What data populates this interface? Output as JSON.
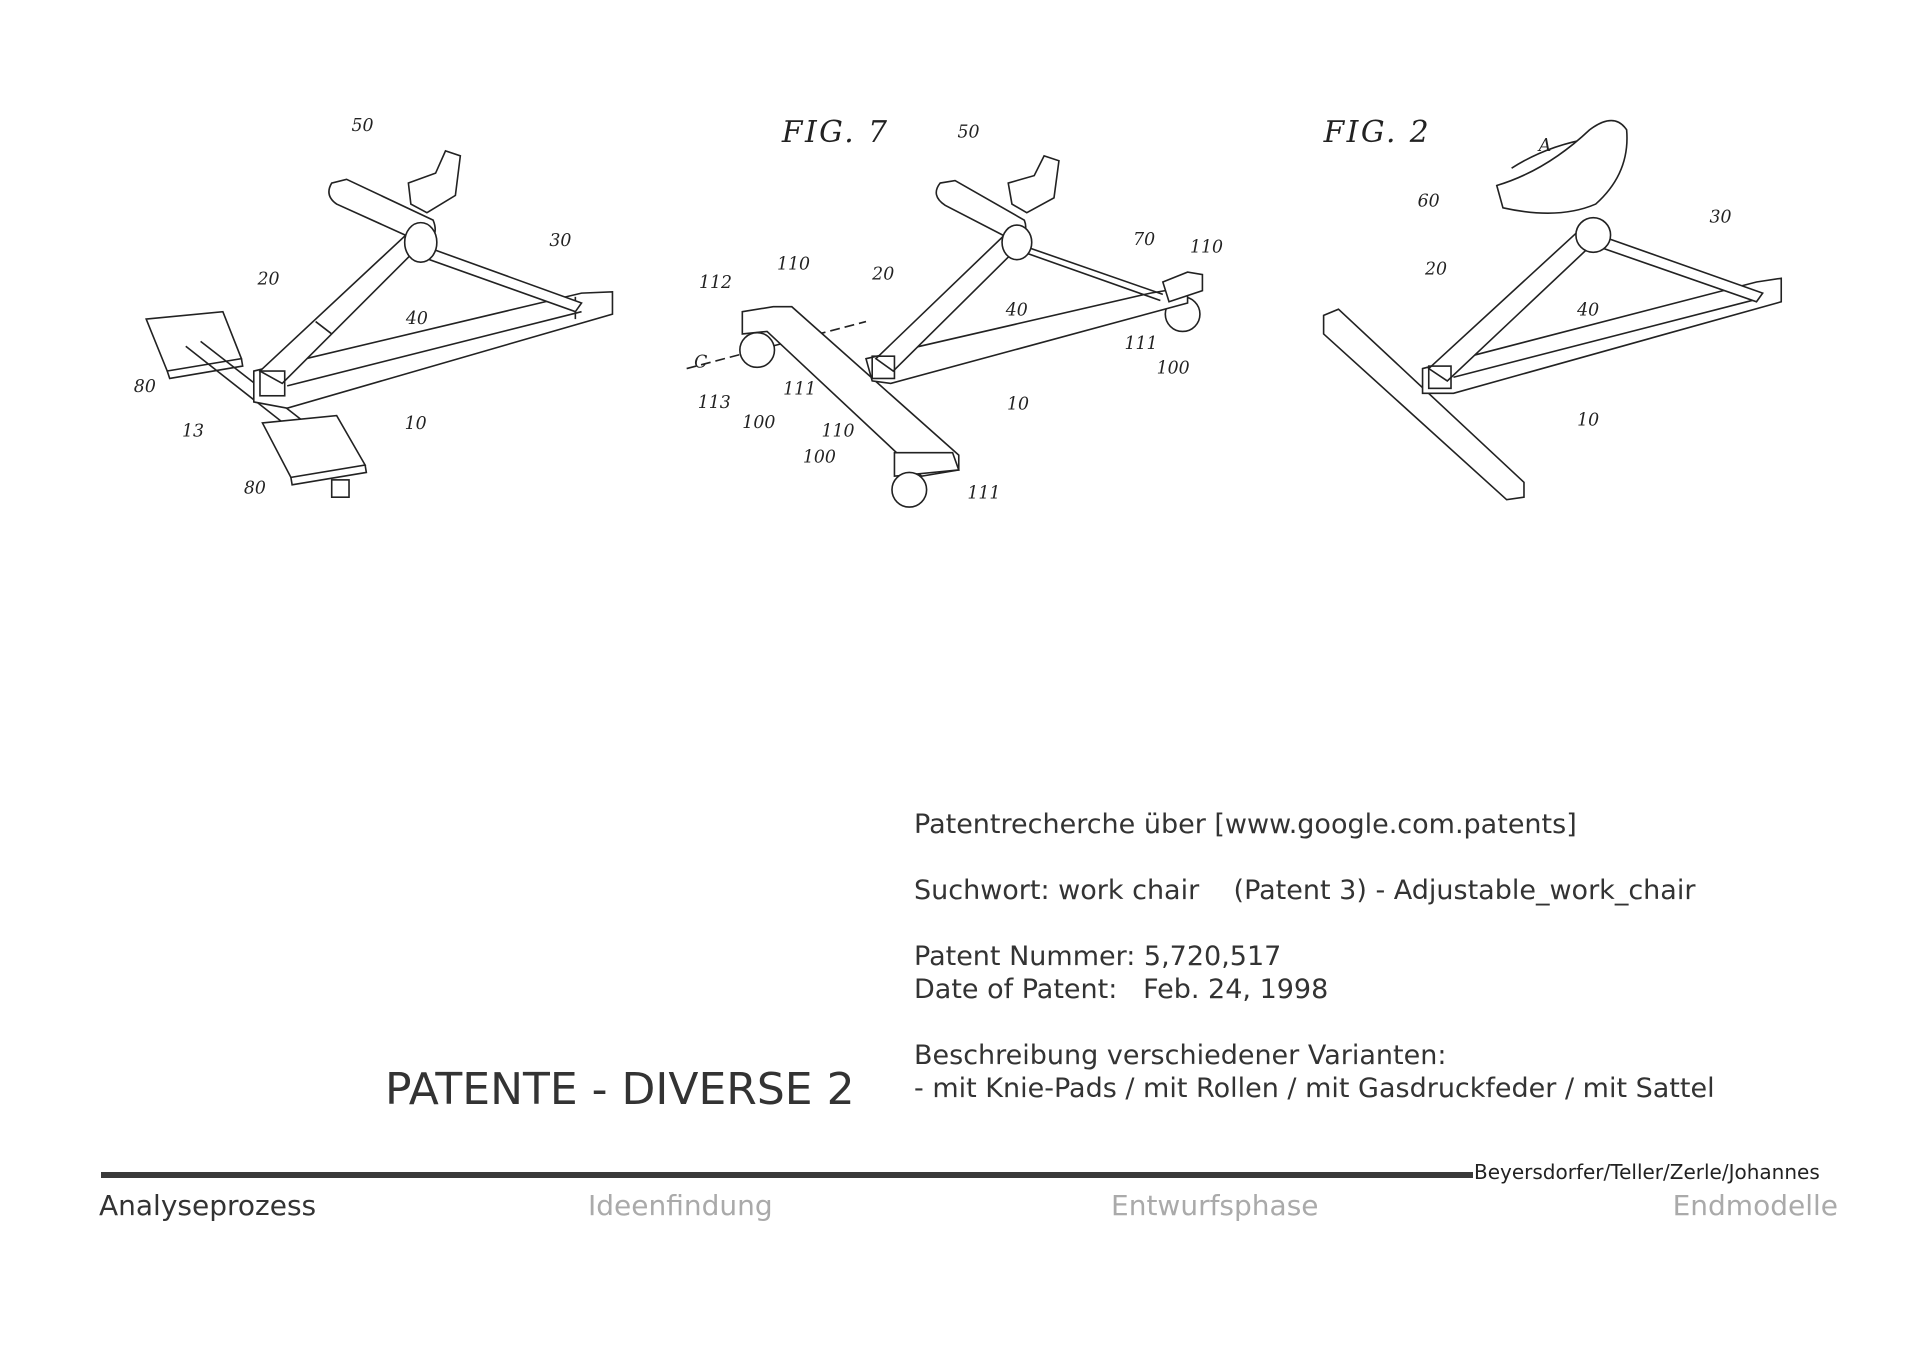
{
  "figures": [
    {
      "caption": "",
      "labels": [
        "50",
        "20",
        "30",
        "40",
        "80",
        "13",
        "10",
        "80"
      ]
    },
    {
      "caption": "FIG. 7",
      "labels": [
        "50",
        "70",
        "110",
        "20",
        "110",
        "112",
        "C",
        "40",
        "111",
        "100",
        "113",
        "111",
        "100",
        "10",
        "110",
        "100",
        "111"
      ]
    },
    {
      "caption": "FIG. 2",
      "labels": [
        "A",
        "60",
        "30",
        "20",
        "40",
        "10"
      ]
    }
  ],
  "title": "PATENTE - DIVERSE 2",
  "info": {
    "source": "Patentrecherche über [www.google.com.patents]",
    "search": "Suchwort: work chair    (Patent 3) - Adjustable_work_chair",
    "patent_number": "Patent Nummer: 5,720,517",
    "date": "Date of Patent:   Feb. 24, 1998",
    "description_heading": "Beschreibung verschiedener Varianten:",
    "description": "- mit Knie-Pads / mit Rollen / mit Gasdruckfeder / mit Sattel"
  },
  "footer": {
    "authors": "Beyersdorfer/Teller/Zerle/Johannes",
    "nav": [
      {
        "label": "Analyseprozess",
        "active": true
      },
      {
        "label": "Ideenfindung",
        "active": false
      },
      {
        "label": "Entwurfsphase",
        "active": false
      },
      {
        "label": "Endmodelle",
        "active": false
      }
    ]
  },
  "colors": {
    "text": "#333333",
    "inactive_nav": "#aaaaaa",
    "bar": "#3a3a3a"
  }
}
